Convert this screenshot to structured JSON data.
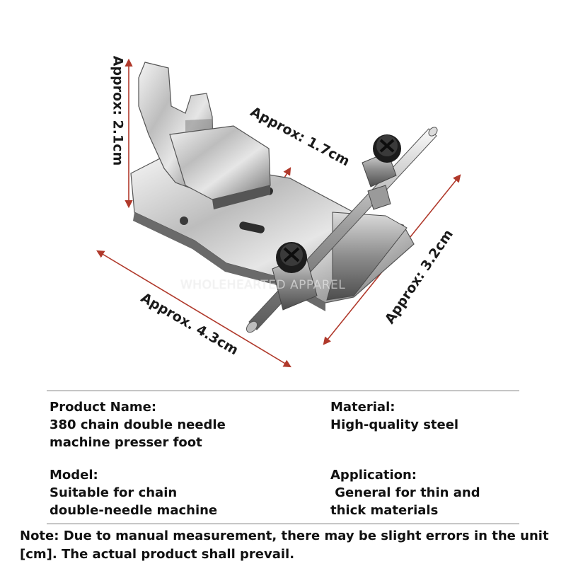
{
  "dimensions": {
    "height": "Approx: 2.1cm",
    "width": "Approx: 1.7cm",
    "depth": "Approx: 3.2cm",
    "length": "Approx. 4.3cm"
  },
  "watermark": "WHOLEHEARTED APPAREL",
  "specs": {
    "product_name": {
      "label": "Product Name:",
      "value": "380 chain double needle\nmachine presser foot"
    },
    "material": {
      "label": "Material:",
      "value": "High-quality steel"
    },
    "model": {
      "label": "Model:",
      "value": "Suitable for chain\ndouble-needle machine"
    },
    "application": {
      "label": "Application:",
      "value": " General for thin and\nthick materials"
    }
  },
  "note": "Note: Due to manual measurement, there may be slight errors in the unit [cm]. The actual product shall prevail.",
  "colors": {
    "dimension_line": "#b0392b",
    "rule": "#7a7a7a",
    "text": "#111111"
  }
}
